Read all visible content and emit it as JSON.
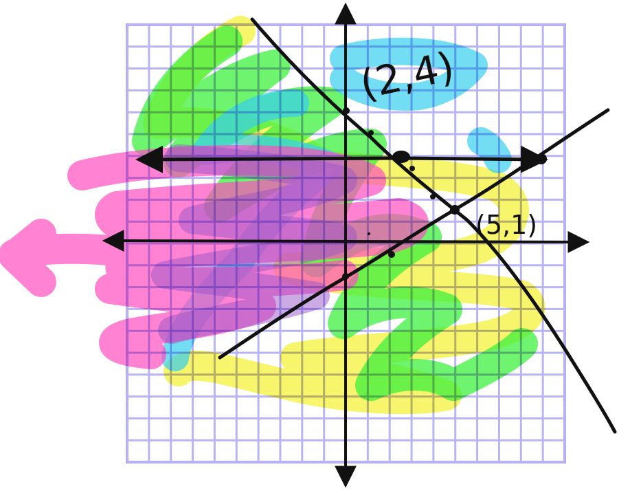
{
  "colors": {
    "background": "#ffffff",
    "grid": "#b9b4f3",
    "grid_border": "#aaa3ee",
    "axis": "#111111",
    "pen": "#111111",
    "highlight_green": "#3df03d",
    "highlight_yellow": "#f4f23a",
    "highlight_pink": "#ff4fbf",
    "highlight_cyan": "#38cfee",
    "highlight_purple": "#9a55c8"
  },
  "graph": {
    "grid_units_x": 20,
    "grid_units_y": 20,
    "x_range": [
      -10,
      10
    ],
    "y_range": [
      -10,
      10
    ]
  },
  "points": [
    {
      "label": "(2,4)",
      "x": 2,
      "y": 4
    },
    {
      "label": "(5,1)",
      "x": 5,
      "y": 1
    }
  ],
  "scribbles": [
    {
      "name": "yellow-scribble",
      "color": "highlight_yellow"
    },
    {
      "name": "green-scribble",
      "color": "highlight_green"
    },
    {
      "name": "cyan-scribble",
      "color": "highlight_cyan"
    },
    {
      "name": "pink-scribble",
      "color": "highlight_pink"
    },
    {
      "name": "purple-scribble",
      "color": "highlight_purple"
    }
  ]
}
